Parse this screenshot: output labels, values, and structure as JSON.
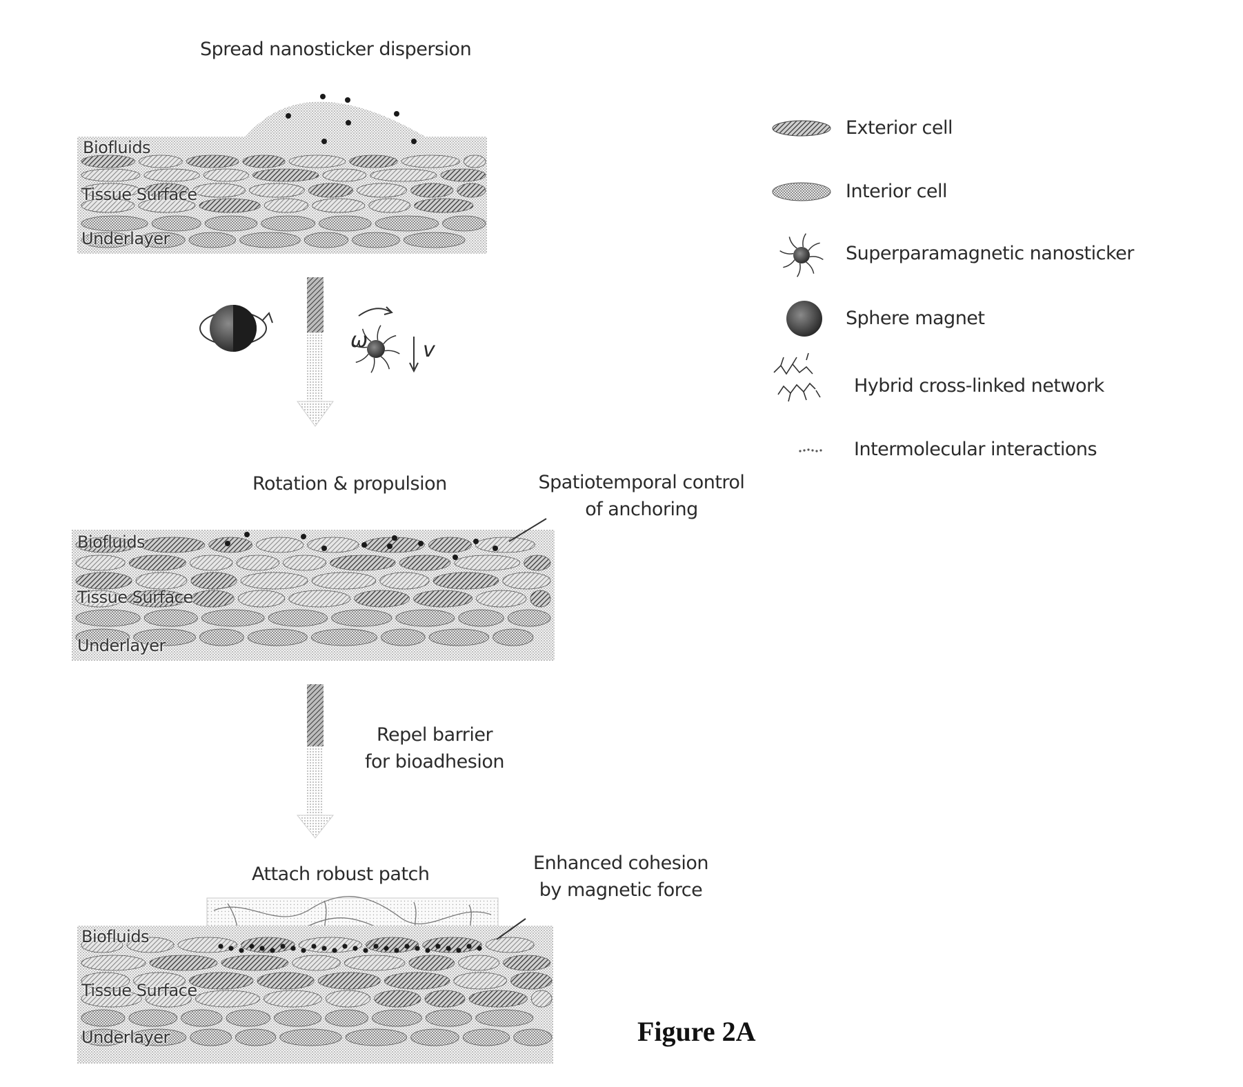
{
  "panels": {
    "top": {
      "caption": "Spread nanosticker dispersion",
      "layers": {
        "biofluids": "Biofluids",
        "tissue": "Tissue Surface",
        "underlayer": "Underlayer"
      }
    },
    "middle": {
      "caption": "Rotation & propulsion",
      "annotation": [
        "Spatiotemporal control",
        "of anchoring"
      ],
      "layers": {
        "biofluids": "Biofluids",
        "tissue": "Tissue Surface",
        "underlayer": "Underlayer"
      }
    },
    "bottom": {
      "caption": "Attach robust patch",
      "annotation": [
        "Enhanced cohesion",
        "by magnetic force"
      ],
      "layers": {
        "biofluids": "Biofluids",
        "tissue": "Tissue Surface",
        "underlayer": "Underlayer"
      }
    }
  },
  "steps": {
    "first": {
      "omega": "ω",
      "v": "v"
    },
    "second": {
      "label": [
        "Repel barrier",
        "for bioadhesion"
      ]
    }
  },
  "legend": [
    {
      "icon": "exterior-cell-icon",
      "label": "Exterior cell"
    },
    {
      "icon": "interior-cell-icon",
      "label": "Interior cell"
    },
    {
      "icon": "nanosticker-icon",
      "label": "Superparamagnetic nanosticker"
    },
    {
      "icon": "sphere-magnet-icon",
      "label": "Sphere magnet"
    },
    {
      "icon": "network-icon",
      "label": "Hybrid cross-linked network"
    },
    {
      "icon": "interaction-icon",
      "label": "Intermolecular interactions"
    }
  ],
  "figure_label": "Figure 2A"
}
